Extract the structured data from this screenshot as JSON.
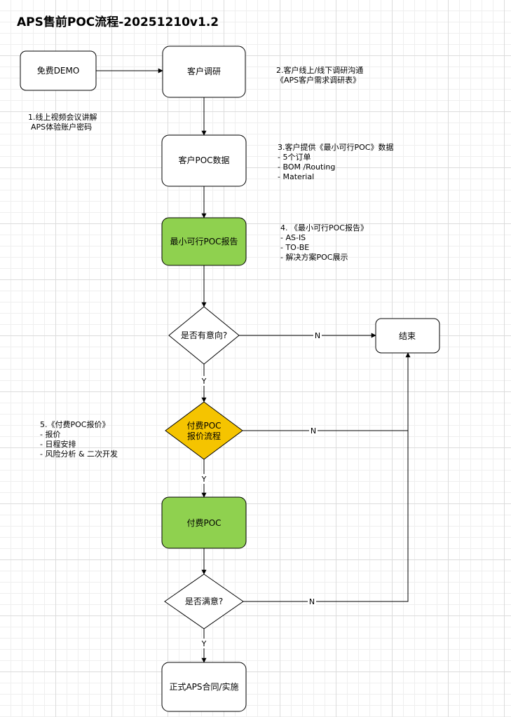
{
  "title": "APS售前POC流程-20251210v1.2",
  "nodes": {
    "demo": "免费DEMO",
    "research": "客户调研",
    "poc_data": "客户POC数据",
    "mvp_report": "最小可行POC报告",
    "decision_intent": "是否有意向?",
    "end": "结束",
    "paid_quote_line1": "付费POC",
    "paid_quote_line2": "报价流程",
    "paid_poc": "付费POC",
    "decision_satisfied": "是否满意?",
    "contract": "正式APS合同/实施"
  },
  "notes": {
    "note1": [
      "1.线上视频会议讲解",
      "APS体验账户密码"
    ],
    "note2": [
      "2.客户线上/线下调研沟通",
      "《APS客户需求调研表》"
    ],
    "note3": [
      "3.客户提供《最小可行POC》数据",
      "- 5个订单",
      "- BOM /Routing",
      "- Material"
    ],
    "note4": [
      "4. 《最小可行POC报告》",
      "- AS-IS",
      "- TO-BE",
      "- 解决方案POC展示"
    ],
    "note5": [
      "5.《付费POC报价》",
      "- 报价",
      "- 日程安排",
      "- 风险分析 & 二次开发"
    ]
  },
  "edge_labels": {
    "yes": "Y",
    "no": "N"
  },
  "colors": {
    "green": "#8fd14f",
    "yellow": "#f5c400",
    "stroke": "#000000"
  }
}
